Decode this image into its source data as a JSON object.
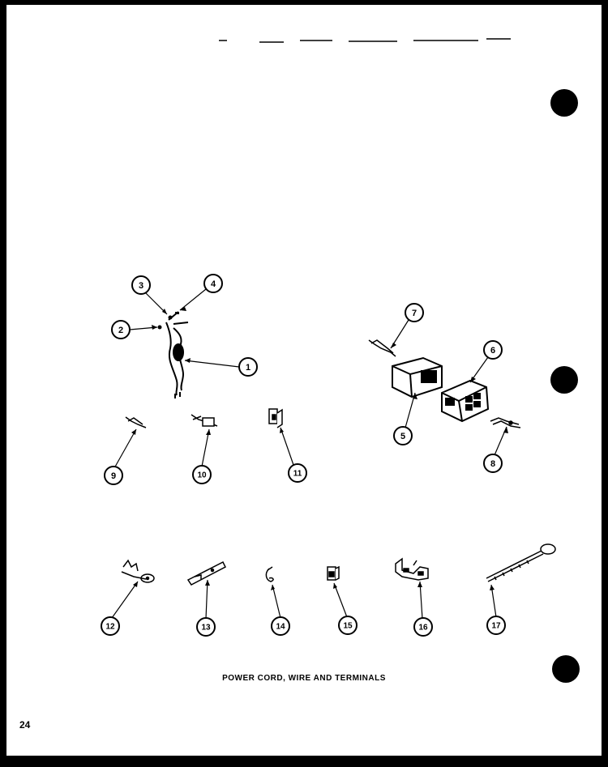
{
  "figure": {
    "caption": "POWER CORD, WIRE AND TERMINALS",
    "page_number": "24"
  },
  "callouts": [
    "1",
    "2",
    "3",
    "4",
    "5",
    "6",
    "7",
    "8",
    "9",
    "10",
    "11",
    "12",
    "13",
    "14",
    "15",
    "16",
    "17"
  ],
  "colors": {
    "ink": "#000000",
    "paper": "#ffffff"
  }
}
